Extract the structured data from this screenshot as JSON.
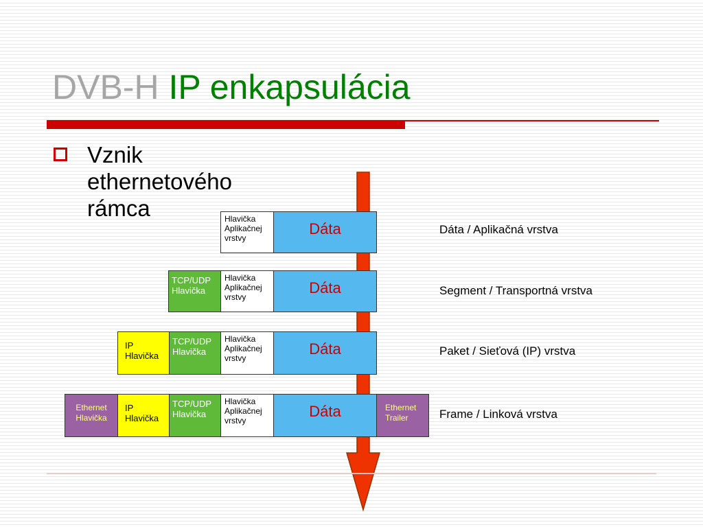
{
  "title": {
    "part1": "DVB-H",
    "part2": "IP enkapsulácia"
  },
  "bullet": {
    "lines": [
      "Vznik",
      "ethernetového",
      "rámca"
    ]
  },
  "diagram": {
    "rows": [
      {
        "app_header": [
          "Hlavička",
          "Aplikačnej",
          "vrstvy"
        ],
        "data": "Dáta",
        "label": "Dáta / Aplikačná vrstva"
      },
      {
        "tcp_header": [
          "TCP/UDP",
          "Hlavička"
        ],
        "app_header": [
          "Hlavička",
          "Aplikačnej",
          "vrstvy"
        ],
        "data": "Dáta",
        "label": "Segment / Transportná vrstva"
      },
      {
        "ip_header": [
          "IP",
          "Hlavička"
        ],
        "tcp_header": [
          "TCP/UDP",
          "Hlavička"
        ],
        "app_header": [
          "Hlavička",
          "Aplikačnej",
          "vrstvy"
        ],
        "data": "Dáta",
        "label": "Paket / Sieťová (IP) vrstva"
      },
      {
        "eth_header": [
          "Ethernet",
          "Hlavička"
        ],
        "ip_header": [
          "IP",
          "Hlavička"
        ],
        "tcp_header": [
          "TCP/UDP",
          "Hlavička"
        ],
        "app_header": [
          "Hlavička",
          "Aplikačnej",
          "vrstvy"
        ],
        "data": "Dáta",
        "eth_trailer": [
          "Ethernet",
          "Trailer"
        ],
        "label": "Frame / Linková vrstva"
      }
    ]
  },
  "colors": {
    "accent_red": "#cc0000",
    "title_green": "#008000",
    "title_gray": "#a6a6a6",
    "data_blue": "#55b8ee",
    "tcp_green": "#5fba3a",
    "ip_yellow": "#ffff00",
    "eth_purple": "#9b62a3",
    "arrow_orange": "#ee3300"
  }
}
